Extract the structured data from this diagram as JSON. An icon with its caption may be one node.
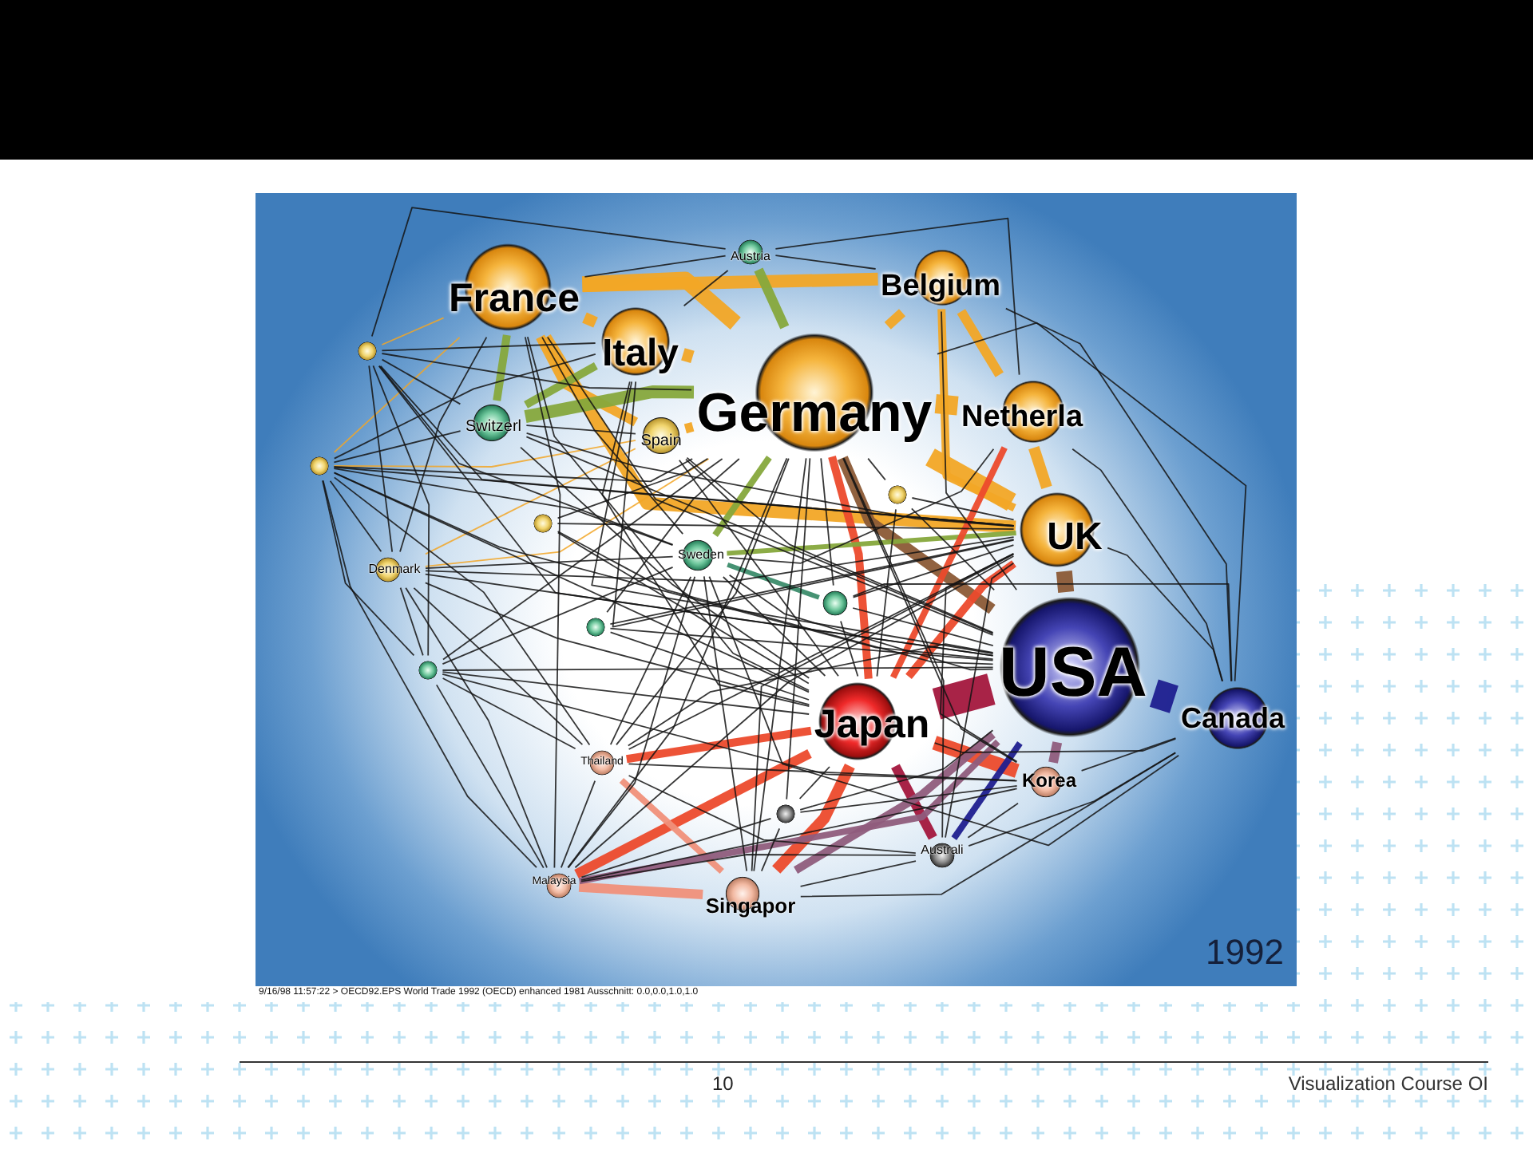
{
  "diagram": {
    "nodes": [
      {
        "text": [
          "France"
        ]
      },
      {
        "text": [
          "Austria"
        ]
      },
      {
        "text": [
          "Italy"
        ]
      },
      {
        "text": [
          "Belgium"
        ]
      },
      {
        "text": [
          "Germany"
        ]
      },
      {
        "text": [
          "Switzerl"
        ]
      },
      {
        "text": [
          "Spain"
        ]
      },
      {
        "text": [
          "Netherla"
        ]
      },
      {
        "text": [],
        "shape": "circle"
      },
      {
        "text": [],
        "shape": "circle"
      },
      {
        "text": [],
        "shape": "circle"
      },
      {
        "text": [
          "UK"
        ]
      },
      {
        "text": [],
        "shape": "circle"
      },
      {
        "text": [
          "Denmark"
        ]
      },
      {
        "text": [
          "Sweden"
        ]
      },
      {
        "text": [],
        "shape": "circle"
      },
      {
        "text": [],
        "shape": "circle"
      },
      {
        "text": [],
        "shape": "circle"
      },
      {
        "text": [
          "USA"
        ]
      },
      {
        "text": [
          "Japan"
        ]
      },
      {
        "text": [
          "Canada"
        ]
      },
      {
        "text": [
          "Thailand"
        ]
      },
      {
        "text": [
          "Korea"
        ]
      },
      {
        "text": [],
        "shape": "circle"
      },
      {
        "text": [
          "Australi"
        ]
      },
      {
        "text": [
          "Malaysia"
        ]
      },
      {
        "text": [
          "Singapor"
        ]
      }
    ],
    "edges": [
      {
        "from": 0,
        "to": 4,
        "arrow": "none",
        "style": "thick",
        "color": "#f2a626"
      },
      {
        "from": 0,
        "to": 2,
        "arrow": "none",
        "style": "thick",
        "color": "#f2a626"
      },
      {
        "from": 0,
        "to": 3,
        "arrow": "none",
        "style": "thick",
        "color": "#f2a626"
      },
      {
        "from": 2,
        "to": 4,
        "arrow": "none",
        "style": "thick",
        "color": "#f2a626"
      },
      {
        "from": 3,
        "to": 4,
        "arrow": "none",
        "style": "thick",
        "color": "#f2a626"
      },
      {
        "from": 4,
        "to": 7,
        "arrow": "none",
        "style": "thick",
        "color": "#f2a626"
      },
      {
        "from": 3,
        "to": 7,
        "arrow": "none",
        "style": "thick",
        "color": "#f2a626"
      },
      {
        "from": 7,
        "to": 11,
        "arrow": "none",
        "style": "thick",
        "color": "#f2a626"
      },
      {
        "from": 4,
        "to": 11,
        "arrow": "none",
        "style": "thick",
        "color": "#f2a626"
      },
      {
        "from": 0,
        "to": 11,
        "arrow": "none",
        "style": "thick",
        "color": "#f2a626"
      },
      {
        "from": 3,
        "to": 11,
        "arrow": "none",
        "style": "thick",
        "color": "#f2a626"
      },
      {
        "from": 4,
        "to": 6,
        "arrow": "none",
        "style": "thick",
        "color": "#f2a626"
      },
      {
        "from": 0,
        "to": 6,
        "arrow": "none",
        "style": "thick",
        "color": "#f2a626"
      },
      {
        "from": 1,
        "to": 4,
        "arrow": "none",
        "style": "thick",
        "color": "#86a83c"
      },
      {
        "from": 4,
        "to": 5,
        "arrow": "none",
        "style": "thick",
        "color": "#86a83c"
      },
      {
        "from": 0,
        "to": 5,
        "arrow": "none",
        "style": "thick",
        "color": "#86a83c"
      },
      {
        "from": 2,
        "to": 5,
        "arrow": "none",
        "style": "thick",
        "color": "#86a83c"
      },
      {
        "from": 4,
        "to": 14,
        "arrow": "none",
        "style": "thick",
        "color": "#86a83c"
      },
      {
        "from": 11,
        "to": 18,
        "arrow": "none",
        "style": "thick",
        "color": "#8b5a36"
      },
      {
        "from": 4,
        "to": 18,
        "arrow": "none",
        "style": "thick",
        "color": "#8b5a36"
      },
      {
        "from": 18,
        "to": 19,
        "arrow": "none",
        "style": "thick",
        "color": "#a3173d"
      },
      {
        "from": 18,
        "to": 20,
        "arrow": "none",
        "style": "thick",
        "color": "#1f1f8f"
      },
      {
        "from": 19,
        "to": 22,
        "arrow": "none",
        "style": "thick",
        "color": "#ec4a2c"
      },
      {
        "from": 19,
        "to": 26,
        "arrow": "none",
        "style": "thick",
        "color": "#ec4a2c"
      },
      {
        "from": 19,
        "to": 25,
        "arrow": "none",
        "style": "thick",
        "color": "#ec4a2c"
      },
      {
        "from": 19,
        "to": 21,
        "arrow": "none",
        "style": "thick",
        "color": "#ec4a2c"
      },
      {
        "from": 19,
        "to": 24,
        "arrow": "none",
        "style": "thick",
        "color": "#a3173d"
      },
      {
        "from": 4,
        "to": 19,
        "arrow": "none",
        "style": "thick",
        "color": "#ec4a2c"
      },
      {
        "from": 11,
        "to": 19,
        "arrow": "none",
        "style": "thick",
        "color": "#ec4a2c"
      },
      {
        "from": 18,
        "to": 22,
        "arrow": "none",
        "style": "thick",
        "color": "#8f5c7c"
      },
      {
        "from": 18,
        "to": 24,
        "arrow": "none",
        "style": "thick",
        "color": "#1f1f8f"
      },
      {
        "from": 18,
        "to": 26,
        "arrow": "none",
        "style": "thick",
        "color": "#8f5c7c"
      },
      {
        "from": 25,
        "to": 26,
        "arrow": "none",
        "style": "thick",
        "color": "#f0907a"
      },
      {
        "from": 21,
        "to": 26,
        "arrow": "none",
        "style": "thick",
        "color": "#f0907a"
      },
      {
        "from": 14,
        "to": 16,
        "arrow": "none",
        "style": "thick",
        "color": "#3c8c6c"
      },
      {
        "from": 11,
        "to": 14,
        "arrow": "none",
        "style": "thick",
        "color": "#86a83c"
      },
      {
        "from": 7,
        "to": 19,
        "arrow": "none",
        "style": "thick",
        "color": "#ec4a2c"
      },
      {
        "from": 18,
        "to": 25,
        "arrow": "none",
        "style": "thick",
        "color": "#8f5c7c"
      },
      {
        "from": 8,
        "to": 0,
        "arrow": "none",
        "color": "#f2a626"
      },
      {
        "from": 8,
        "to": 6,
        "arrow": "none",
        "color": "#f2a626"
      },
      {
        "from": 13,
        "to": 4,
        "arrow": "none",
        "color": "#f2a626"
      },
      {
        "from": 9,
        "to": 0,
        "arrow": "none",
        "color": "#f2a626"
      },
      {
        "from": 13,
        "to": 6,
        "arrow": "none",
        "color": "#f2a626"
      },
      {
        "from": 8,
        "to": 2,
        "arrow": "none"
      },
      {
        "from": 8,
        "to": 4,
        "arrow": "none"
      },
      {
        "from": 8,
        "to": 11,
        "arrow": "none"
      },
      {
        "from": 8,
        "to": 14,
        "arrow": "none"
      },
      {
        "from": 8,
        "to": 18,
        "arrow": "none"
      },
      {
        "from": 8,
        "to": 19,
        "arrow": "none"
      },
      {
        "from": 8,
        "to": 13,
        "arrow": "none"
      },
      {
        "from": 8,
        "to": 17,
        "arrow": "none"
      },
      {
        "from": 8,
        "to": 25,
        "arrow": "none"
      },
      {
        "from": 8,
        "to": 21,
        "arrow": "none"
      },
      {
        "from": 8,
        "to": 5,
        "arrow": "none"
      },
      {
        "from": 9,
        "to": 4,
        "arrow": "none"
      },
      {
        "from": 9,
        "to": 11,
        "arrow": "none"
      },
      {
        "from": 9,
        "to": 2,
        "arrow": "none"
      },
      {
        "from": 9,
        "to": 13,
        "arrow": "none"
      },
      {
        "from": 9,
        "to": 18,
        "arrow": "none"
      },
      {
        "from": 9,
        "to": 14,
        "arrow": "none"
      },
      {
        "from": 9,
        "to": 17,
        "arrow": "none"
      },
      {
        "from": 9,
        "to": 5,
        "arrow": "none"
      },
      {
        "from": 13,
        "to": 11,
        "arrow": "none"
      },
      {
        "from": 13,
        "to": 18,
        "arrow": "none"
      },
      {
        "from": 13,
        "to": 19,
        "arrow": "none"
      },
      {
        "from": 13,
        "to": 14,
        "arrow": "none"
      },
      {
        "from": 13,
        "to": 17,
        "arrow": "none"
      },
      {
        "from": 13,
        "to": 25,
        "arrow": "none"
      },
      {
        "from": 13,
        "to": 21,
        "arrow": "none"
      },
      {
        "from": 13,
        "to": 0,
        "arrow": "none"
      },
      {
        "from": 17,
        "to": 4,
        "arrow": "none"
      },
      {
        "from": 17,
        "to": 18,
        "arrow": "none"
      },
      {
        "from": 17,
        "to": 19,
        "arrow": "none"
      },
      {
        "from": 17,
        "to": 21,
        "arrow": "none"
      },
      {
        "from": 17,
        "to": 25,
        "arrow": "none"
      },
      {
        "from": 17,
        "to": 14,
        "arrow": "none"
      },
      {
        "from": 17,
        "to": 22,
        "arrow": "none"
      },
      {
        "from": 25,
        "to": 4,
        "arrow": "none"
      },
      {
        "from": 25,
        "to": 11,
        "arrow": "none"
      },
      {
        "from": 25,
        "to": 14,
        "arrow": "none"
      },
      {
        "from": 25,
        "to": 21,
        "arrow": "none"
      },
      {
        "from": 25,
        "to": 0,
        "arrow": "none"
      },
      {
        "from": 25,
        "to": 24,
        "arrow": "none"
      },
      {
        "from": 25,
        "to": 22,
        "arrow": "none"
      },
      {
        "from": 21,
        "to": 4,
        "arrow": "none"
      },
      {
        "from": 21,
        "to": 18,
        "arrow": "none"
      },
      {
        "from": 21,
        "to": 11,
        "arrow": "none"
      },
      {
        "from": 21,
        "to": 14,
        "arrow": "none"
      },
      {
        "from": 21,
        "to": 22,
        "arrow": "none"
      },
      {
        "from": 21,
        "to": 24,
        "arrow": "none"
      },
      {
        "from": 20,
        "to": 4,
        "arrow": "none"
      },
      {
        "from": 20,
        "to": 11,
        "arrow": "none"
      },
      {
        "from": 20,
        "to": 7,
        "arrow": "none"
      },
      {
        "from": 20,
        "to": 3,
        "arrow": "none"
      },
      {
        "from": 20,
        "to": 14,
        "arrow": "none"
      },
      {
        "from": 20,
        "to": 16,
        "arrow": "none"
      },
      {
        "from": 20,
        "to": 26,
        "arrow": "none"
      },
      {
        "from": 20,
        "to": 24,
        "arrow": "none"
      },
      {
        "from": 20,
        "to": 22,
        "arrow": "none"
      },
      {
        "from": 20,
        "to": 19,
        "arrow": "none"
      },
      {
        "from": 1,
        "to": 0,
        "arrow": "none"
      },
      {
        "from": 1,
        "to": 2,
        "arrow": "none"
      },
      {
        "from": 1,
        "to": 3,
        "arrow": "none"
      },
      {
        "from": 1,
        "to": 7,
        "arrow": "none"
      },
      {
        "from": 1,
        "to": 9,
        "arrow": "none"
      },
      {
        "from": 12,
        "to": 4,
        "arrow": "none"
      },
      {
        "from": 12,
        "to": 11,
        "arrow": "none"
      },
      {
        "from": 12,
        "to": 18,
        "arrow": "none"
      },
      {
        "from": 12,
        "to": 19,
        "arrow": "none"
      },
      {
        "from": 15,
        "to": 4,
        "arrow": "none"
      },
      {
        "from": 15,
        "to": 11,
        "arrow": "none"
      },
      {
        "from": 15,
        "to": 18,
        "arrow": "none"
      },
      {
        "from": 15,
        "to": 19,
        "arrow": "none"
      },
      {
        "from": 16,
        "to": 4,
        "arrow": "none"
      },
      {
        "from": 16,
        "to": 11,
        "arrow": "none"
      },
      {
        "from": 16,
        "to": 18,
        "arrow": "none"
      },
      {
        "from": 16,
        "to": 19,
        "arrow": "none"
      },
      {
        "from": 10,
        "to": 4,
        "arrow": "none"
      },
      {
        "from": 10,
        "to": 11,
        "arrow": "none"
      },
      {
        "from": 10,
        "to": 18,
        "arrow": "none"
      },
      {
        "from": 10,
        "to": 19,
        "arrow": "none"
      },
      {
        "from": 23,
        "to": 4,
        "arrow": "none"
      },
      {
        "from": 23,
        "to": 18,
        "arrow": "none"
      },
      {
        "from": 23,
        "to": 19,
        "arrow": "none"
      },
      {
        "from": 23,
        "to": 26,
        "arrow": "none"
      },
      {
        "from": 23,
        "to": 22,
        "arrow": "none"
      },
      {
        "from": 23,
        "to": 25,
        "arrow": "none"
      },
      {
        "from": 24,
        "to": 4,
        "arrow": "none"
      },
      {
        "from": 24,
        "to": 11,
        "arrow": "none"
      },
      {
        "from": 24,
        "to": 22,
        "arrow": "none"
      },
      {
        "from": 24,
        "to": 26,
        "arrow": "none"
      },
      {
        "from": 26,
        "to": 4,
        "arrow": "none"
      },
      {
        "from": 26,
        "to": 11,
        "arrow": "none"
      },
      {
        "from": 26,
        "to": 14,
        "arrow": "none"
      },
      {
        "from": 22,
        "to": 4,
        "arrow": "none"
      },
      {
        "from": 22,
        "to": 11,
        "arrow": "none"
      },
      {
        "from": 14,
        "to": 18,
        "arrow": "none"
      },
      {
        "from": 14,
        "to": 19,
        "arrow": "none"
      },
      {
        "from": 14,
        "to": 7,
        "arrow": "none"
      },
      {
        "from": 14,
        "to": 0,
        "arrow": "none"
      },
      {
        "from": 5,
        "to": 18,
        "arrow": "none"
      },
      {
        "from": 5,
        "to": 19,
        "arrow": "none"
      },
      {
        "from": 5,
        "to": 11,
        "arrow": "none"
      },
      {
        "from": 5,
        "to": 6,
        "arrow": "none"
      },
      {
        "from": 6,
        "to": 18,
        "arrow": "none"
      },
      {
        "from": 6,
        "to": 19,
        "arrow": "none"
      },
      {
        "from": 6,
        "to": 11,
        "arrow": "none"
      },
      {
        "from": 2,
        "to": 18,
        "arrow": "none"
      },
      {
        "from": 2,
        "to": 19,
        "arrow": "none"
      },
      {
        "from": 2,
        "to": 11,
        "arrow": "none"
      },
      {
        "from": 0,
        "to": 18,
        "arrow": "none"
      },
      {
        "from": 0,
        "to": 19,
        "arrow": "none"
      },
      {
        "from": 3,
        "to": 18,
        "arrow": "none"
      }
    ],
    "labels": [
      "1992",
      "9/16/98 11:57:22 > OECD92.EPS World Trade 1992 (OECD) enhanced 1981 Ausschnitt: 0.0,0.0,1.0,1.0",
      "10",
      "Visualization Course OI"
    ]
  }
}
